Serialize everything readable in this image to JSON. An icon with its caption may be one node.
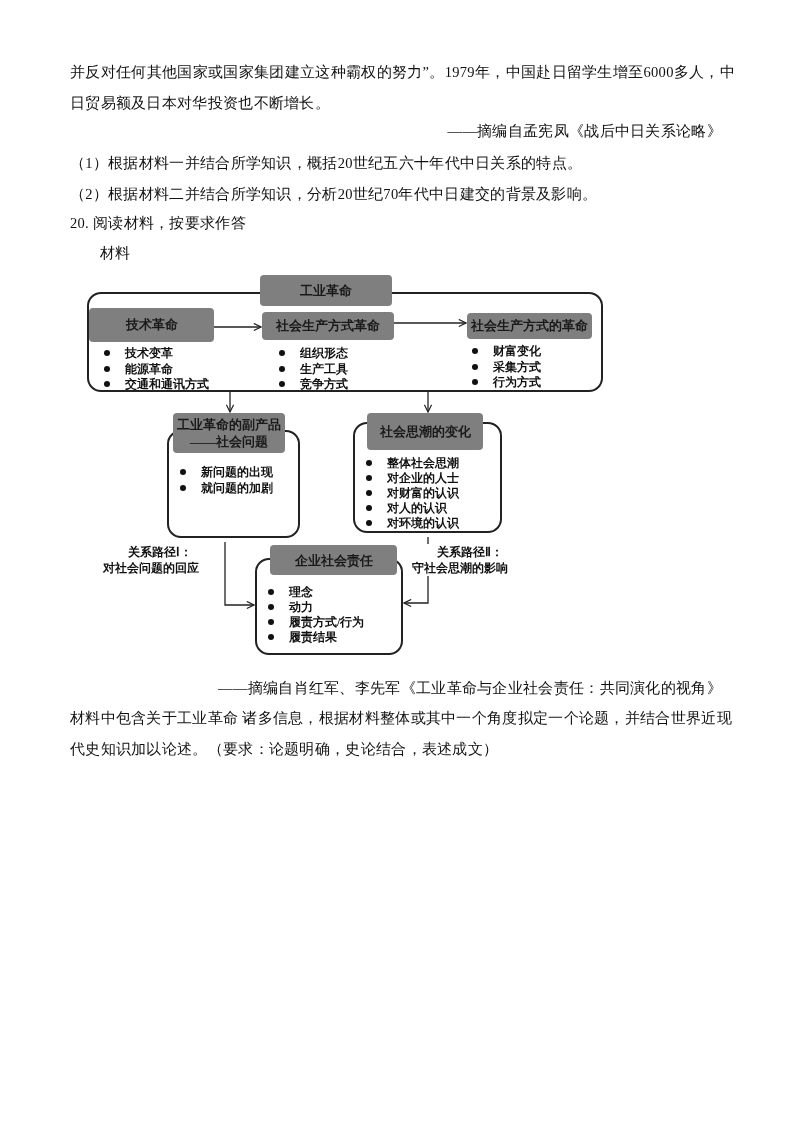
{
  "diagram": {
    "nodes": [
      {
        "text": [],
        "shape": "box"
      },
      {
        "text": [
          "工业革命"
        ]
      },
      {
        "text": [
          "技术革命"
        ],
        "in": 0,
        "beside": [
          "技术变革",
          "能源革命",
          "交通和通讯方式"
        ]
      },
      {
        "text": [
          "社会生产方式革命"
        ],
        "in": 0,
        "beside": [
          "组织形态",
          "生产工具",
          "竞争方式"
        ]
      },
      {
        "text": [
          "社会生产方式的革命"
        ],
        "in": 0,
        "beside": [
          "财富变化",
          "采集方式",
          "行为方式"
        ]
      },
      {
        "text": [
          "工业革命的副产品 ——社会问题",
          "新问题的出现",
          "就问题的加剧"
        ]
      },
      {
        "text": [
          "社会思潮的变化",
          "整体社会思潮",
          "对企业的人士",
          "对财富的认识",
          "对人的认识",
          "对环境的认识"
        ]
      },
      {
        "text": [
          "企业社会责任",
          "理念",
          "动力",
          "履责方式/行为",
          "履责结果"
        ]
      }
    ],
    "edges": [
      {
        "from": 2,
        "to": 3,
        "arrow": "to"
      },
      {
        "from": 3,
        "to": 4,
        "arrow": "to"
      },
      {
        "from": 0,
        "to": 5,
        "arrow": "to"
      },
      {
        "from": 0,
        "to": 6,
        "arrow": "to"
      },
      {
        "from": 5,
        "to": 7,
        "arrow": "to",
        "label": "关系路径Ⅰ：对社会问题的回应"
      },
      {
        "from": 6,
        "to": 7,
        "arrow": "to",
        "label": "关系路径Ⅱ：守社会思潮的影响"
      }
    ],
    "labels": [
      "并反对任何其他国家或国家集团建立这种霸权的努力”。1979年，中国赴日留学生增至6000多人，中日贸易额及日本对华投资也不断增长。",
      "——摘编自孟宪凤《战后中日关系论略》",
      "（1）根据材料一并结合所学知识，概括20世纪五六十年代中日关系的特点。",
      "（2）根据材料二并结合所学知识，分析20世纪70年代中日建交的背景及影响。",
      "20. 阅读材料，按要求作答",
      "材料",
      "——摘编自肖红军、李先军《工业革命与企业社会责任：共同演化的视角》",
      "材料中包含关于工业革命 诸多信息，根据材料整体或其中一个角度拟定一个论题，并结合世界近现代史知识加以论述。（要求：论题明确，史论结合，表述成文）"
    ]
  }
}
